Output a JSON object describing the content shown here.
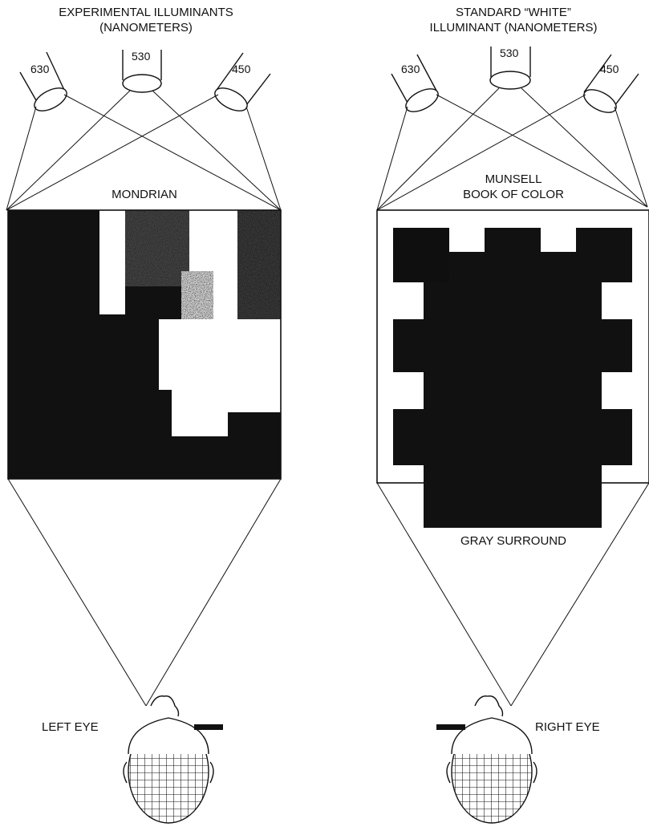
{
  "left_panel": {
    "title_line1": "EXPERIMENTAL ILLUMINANTS",
    "title_line2": "(NANOMETERS)",
    "wavelengths": [
      "630",
      "530",
      "450"
    ],
    "display_label": "MONDRIAN",
    "eye_label": "LEFT EYE"
  },
  "right_panel": {
    "title_line1": "STANDARD “WHITE”",
    "title_line2": "ILLUMINANT (NANOMETERS)",
    "wavelengths": [
      "630",
      "530",
      "450"
    ],
    "display_label_line1": "MUNSELL",
    "display_label_line2": "BOOK OF COLOR",
    "surround_label": "GRAY SURROUND",
    "eye_label": "RIGHT EYE"
  },
  "colors": {
    "ink": "#111111",
    "paper": "#ffffff",
    "speckle": "#9a9a9a"
  },
  "icons": [
    "projector-630-icon",
    "projector-530-icon",
    "projector-450-icon",
    "head-icon",
    "eye-shutter-icon"
  ]
}
